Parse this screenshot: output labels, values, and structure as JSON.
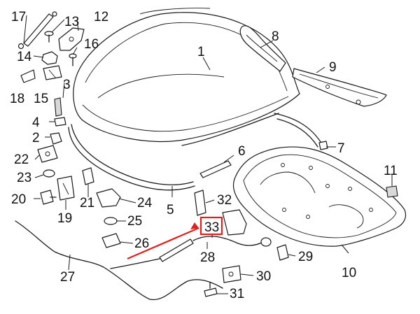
{
  "callouts": {
    "c1": "1",
    "c2": "2",
    "c3": "3",
    "c4": "4",
    "c5": "5",
    "c6": "6",
    "c7": "7",
    "c8": "8",
    "c9": "9",
    "c10": "10",
    "c11": "11",
    "c12": "12",
    "c13": "13",
    "c14": "14",
    "c15": "15",
    "c16": "16",
    "c17": "17",
    "c18": "18",
    "c19": "19",
    "c20": "20",
    "c21": "21",
    "c22": "22",
    "c23": "23",
    "c24": "24",
    "c25": "25",
    "c26": "26",
    "c27": "27",
    "c28": "28",
    "c29": "29",
    "c30": "30",
    "c31": "31",
    "c32": "32",
    "c33": "33"
  },
  "highlight": {
    "callout": "33",
    "color": "#e0211b"
  }
}
